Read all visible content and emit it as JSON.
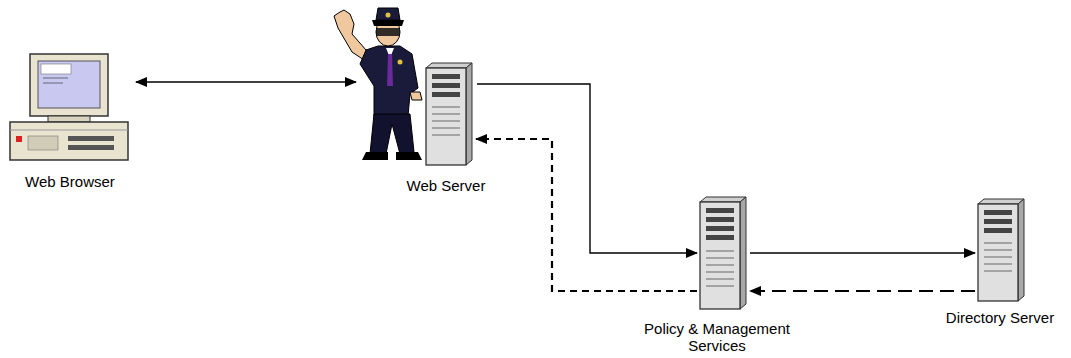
{
  "diagram": {
    "nodes": [
      {
        "text": [
          "Web Browser"
        ]
      },
      {
        "text": [
          "Web Server"
        ]
      },
      {
        "text": [
          "Policy & Management Services"
        ]
      },
      {
        "text": [
          "Directory Server"
        ]
      }
    ],
    "edges": [
      {
        "from": 0,
        "to": 1,
        "arrow": "both"
      },
      {
        "from": 1,
        "to": 2,
        "arrow": "to"
      },
      {
        "from": 2,
        "to": 1,
        "arrow": "to"
      },
      {
        "from": 2,
        "to": 3,
        "arrow": "to"
      },
      {
        "from": 3,
        "to": 2,
        "arrow": "to"
      }
    ]
  }
}
